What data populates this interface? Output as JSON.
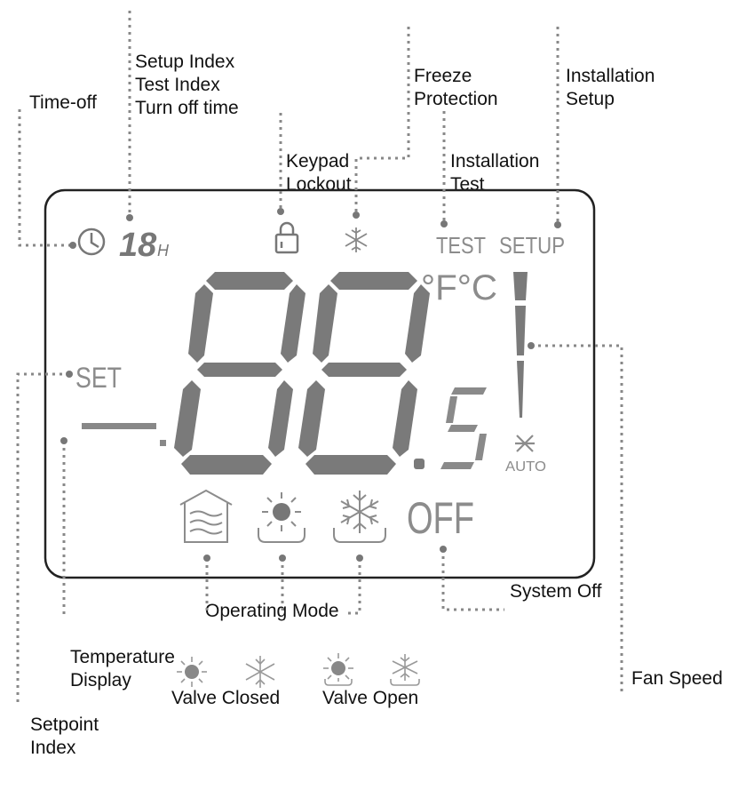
{
  "labels": {
    "setup_index": [
      "Setup Index",
      "Test Index",
      "Turn off time"
    ],
    "freeze_protection": [
      "Freeze",
      "Protection"
    ],
    "installation_setup": [
      "Installation",
      "Setup"
    ],
    "time_off": "Time-off",
    "keypad_lockout": [
      "Keypad",
      "Lockout"
    ],
    "installation_test": [
      "Installation",
      "Test"
    ],
    "temperature_display": [
      "Temperature",
      "Display"
    ],
    "operating_mode": "Operating Mode",
    "system_off": "System Off",
    "setpoint_index": [
      "Setpoint",
      "Index"
    ],
    "fan_speed": "Fan Speed",
    "valve_closed": "Valve Closed",
    "valve_open": "Valve Open"
  },
  "display": {
    "timer_value": "18",
    "timer_unit": "H",
    "test_text": "TEST",
    "setup_text": "SETUP",
    "units_text": "°F°C",
    "set_text": "SET",
    "main_digits": "88",
    "decimal_digit": "5",
    "auto_text": "AUTO",
    "off_text": "OFF"
  },
  "colors": {
    "segment": "#7a7a7a",
    "lcd_icon": "#8c8c8c",
    "leader": "#888888",
    "frame": "#222222",
    "text": "#111111"
  }
}
